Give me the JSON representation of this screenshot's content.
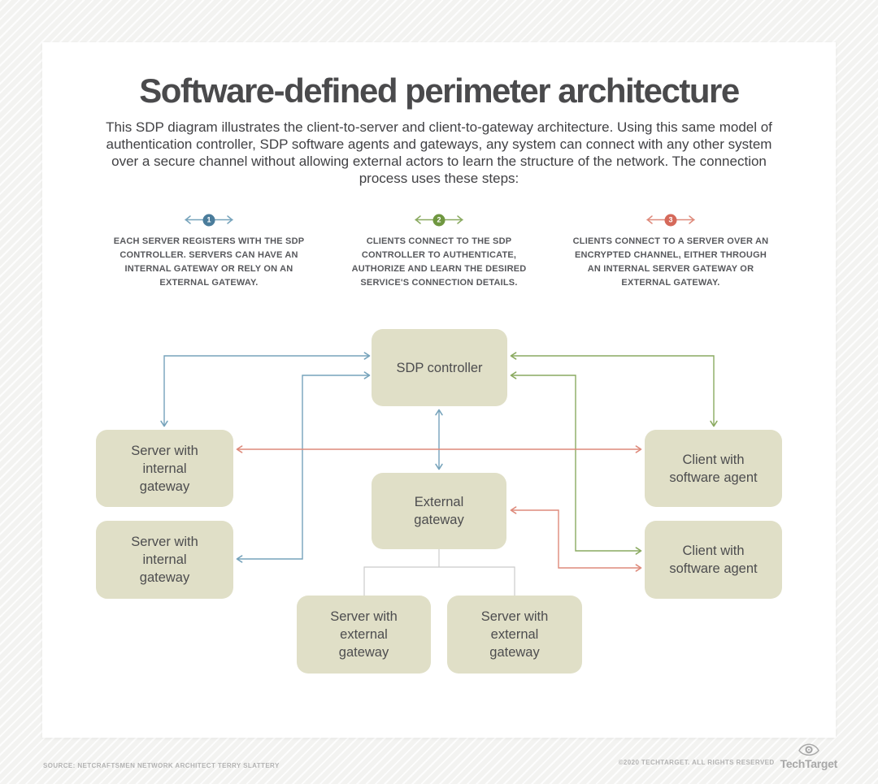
{
  "header": {
    "title": "Software-defined perimeter architecture",
    "subtitle": "This SDP diagram illustrates the client-to-server and client-to-gateway architecture. Using this same model of authentication controller, SDP software agents and gateways, any system can connect with any other system over a secure channel without allowing external actors to learn the structure of the network. The connection process uses these steps:"
  },
  "steps": [
    {
      "number": "1",
      "line_color": "#76a3bb",
      "badge_color": "#4a7c9b",
      "text": "EACH SERVER REGISTERS WITH THE SDP CONTROLLER. SERVERS CAN HAVE AN INTERNAL GATEWAY OR RELY ON AN EXTERNAL GATEWAY."
    },
    {
      "number": "2",
      "line_color": "#8aaa60",
      "badge_color": "#6f9740",
      "text": "CLIENTS CONNECT TO THE SDP CONTROLLER TO AUTHENTICATE, AUTHORIZE AND LEARN THE DESIRED SERVICE'S CONNECTION DETAILS."
    },
    {
      "number": "3",
      "line_color": "#de8a7b",
      "badge_color": "#d5695a",
      "text": "CLIENTS CONNECT TO A SERVER OVER AN ENCRYPTED CHANNEL, EITHER THROUGH AN INTERNAL SERVER GATEWAY OR EXTERNAL GATEWAY."
    }
  ],
  "diagram": {
    "nodes": [
      {
        "id": "sdp-controller",
        "label": "SDP controller"
      },
      {
        "id": "server-internal-1",
        "label": "Server with internal gateway"
      },
      {
        "id": "server-internal-2",
        "label": "Server with internal gateway"
      },
      {
        "id": "external-gateway",
        "label": "External gateway"
      },
      {
        "id": "client-agent-1",
        "label": "Client with software agent"
      },
      {
        "id": "client-agent-2",
        "label": "Client with software agent"
      },
      {
        "id": "server-external-1",
        "label": "Server with external gateway"
      },
      {
        "id": "server-external-2",
        "label": "Server with external gateway"
      }
    ],
    "colors": {
      "node_fill": "#e0dfc7",
      "node_text": "#4d4d4f",
      "blue": "#76a3bb",
      "green": "#8aaa60",
      "red": "#de8a7b",
      "tree_gray": "#cbcbcb"
    }
  },
  "footer": {
    "source": "SOURCE: NETCRAFTSMEN NETWORK ARCHITECT TERRY SLATTERY",
    "copyright": "©2020 TECHTARGET. ALL RIGHTS RESERVED",
    "brand": "TechTarget"
  }
}
